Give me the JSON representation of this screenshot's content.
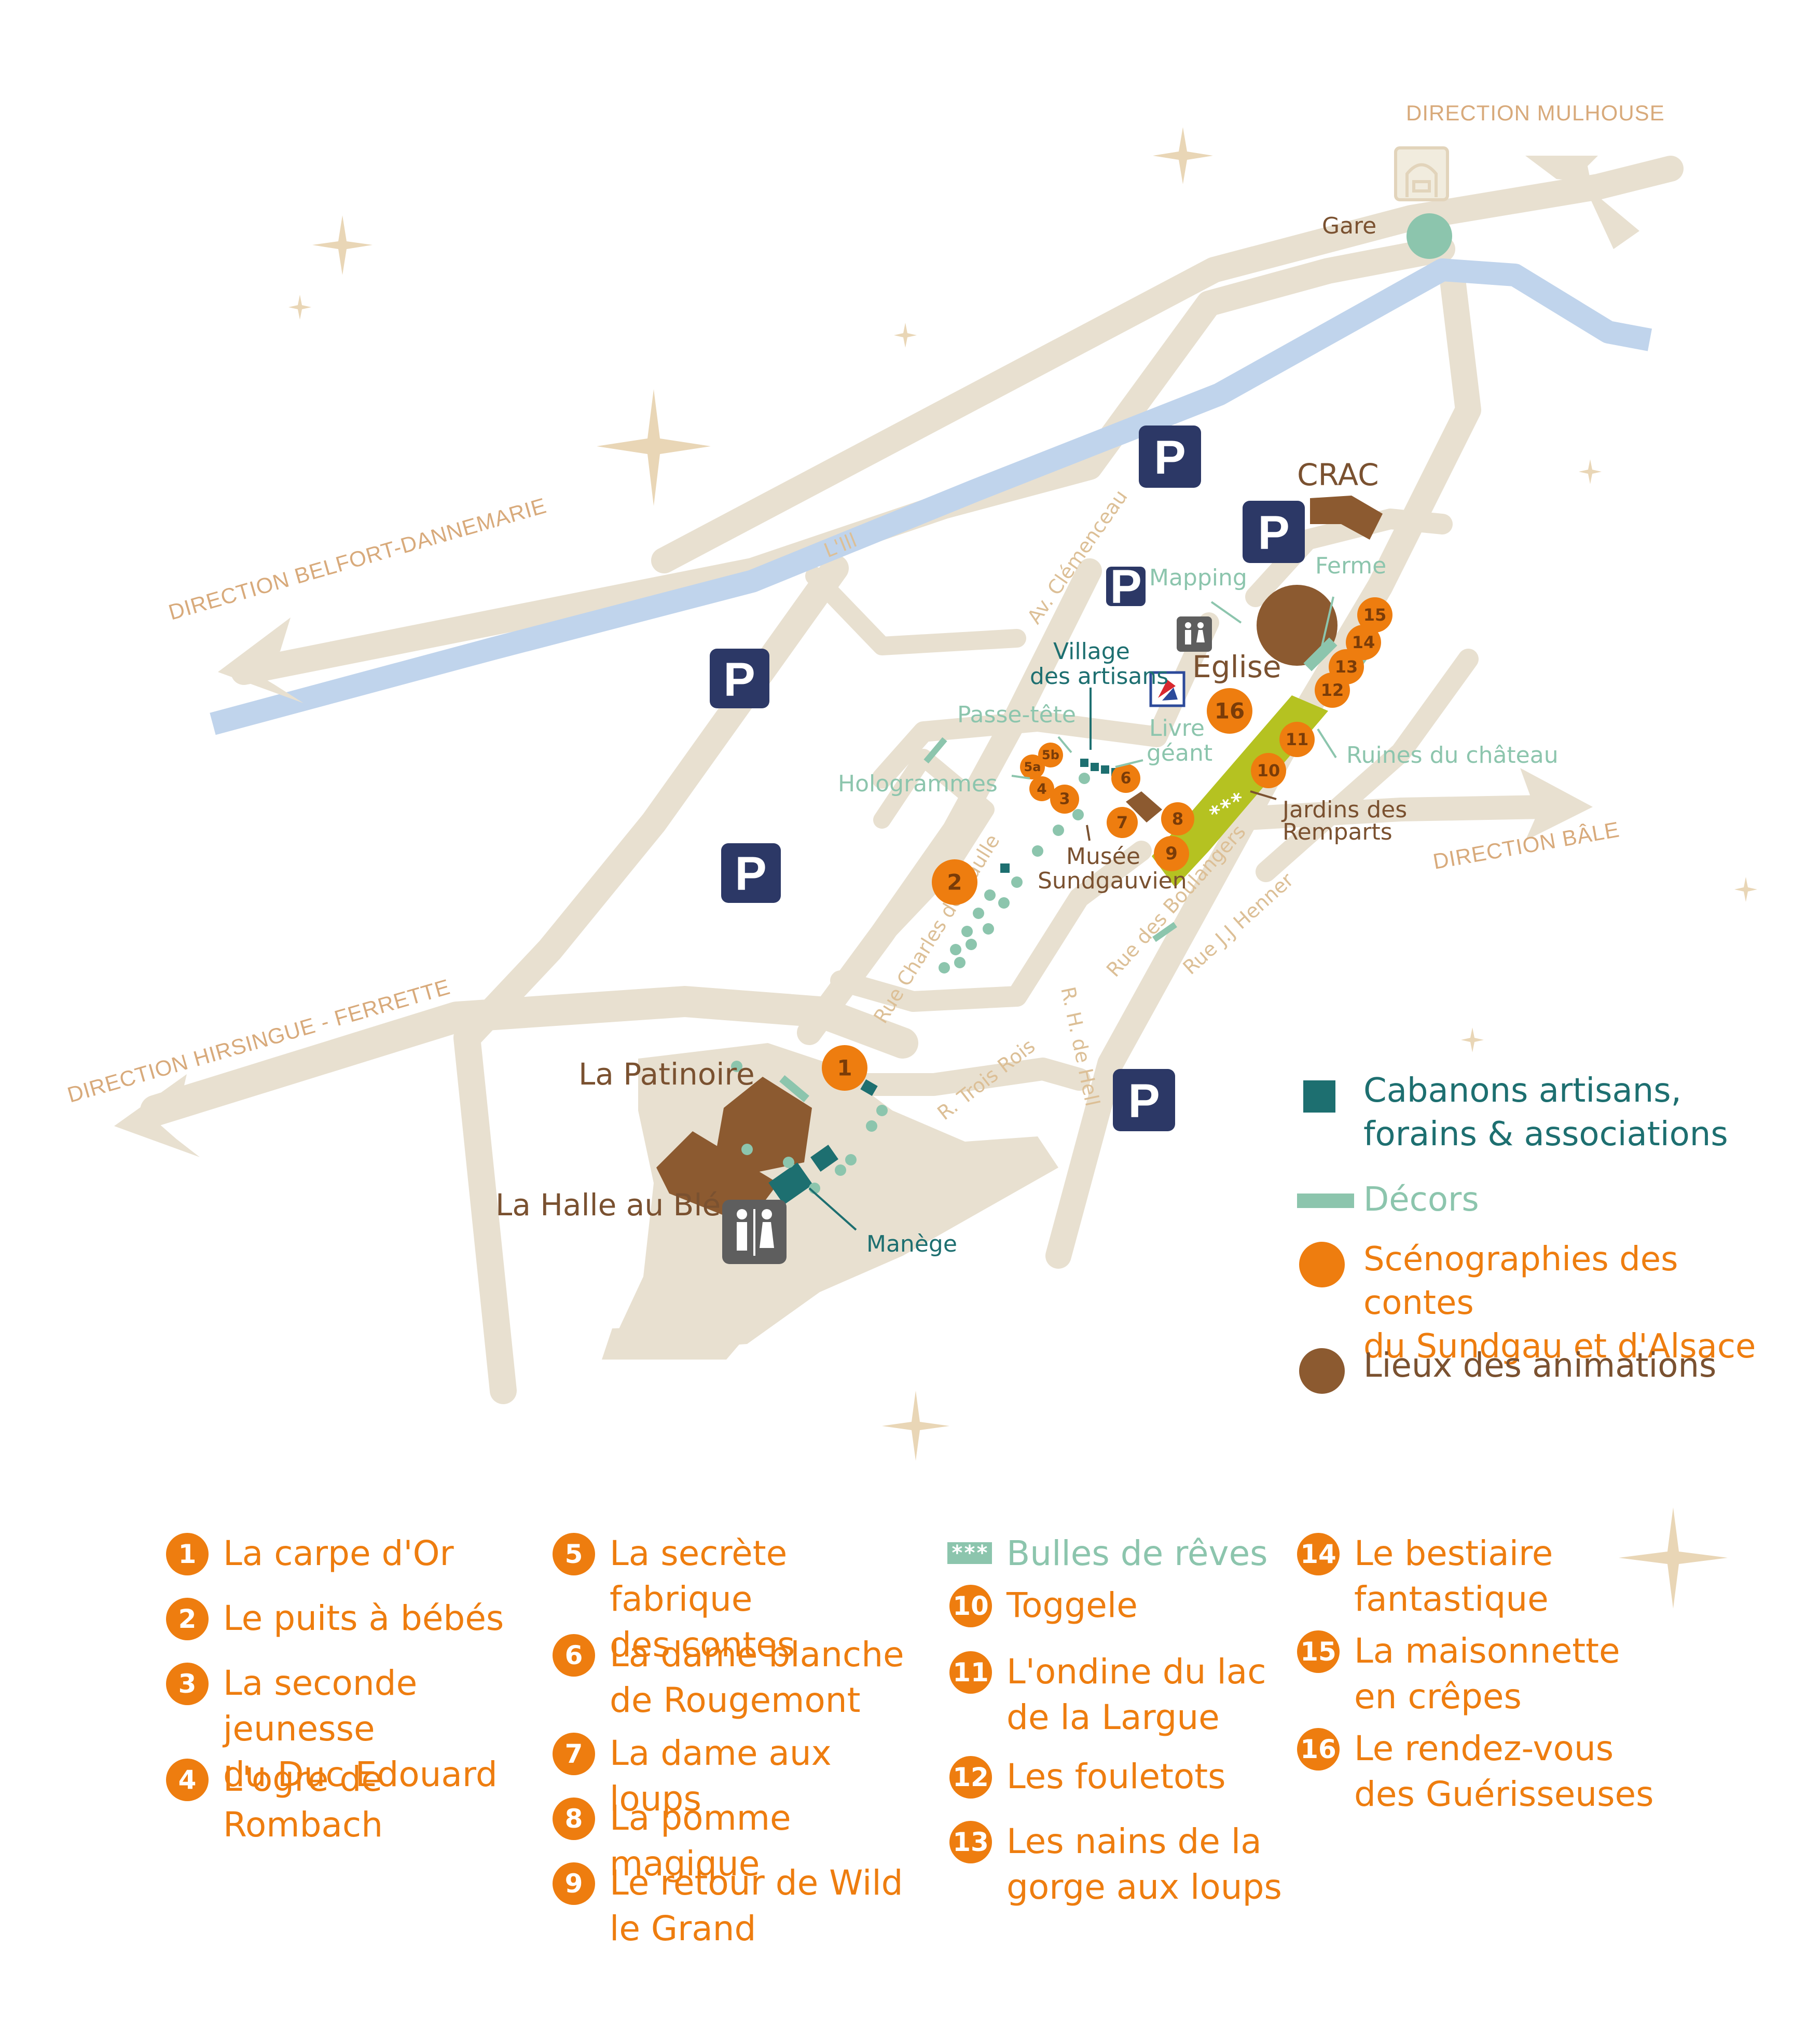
{
  "colors": {
    "road": "#e8e0d0",
    "river": "#c0d4ec",
    "parking": "#2c3866",
    "scenography": "#ee7d0f",
    "animation": "#8c5a30",
    "cabanon": "#1d6f70",
    "decor": "#8cc5ad",
    "garden": "#b5c221"
  },
  "directions": {
    "mulhouse": "DIRECTION MULHOUSE",
    "belfort": "DIRECTION BELFORT-DANNEMARIE",
    "hirsingue": "DIRECTION HIRSINGUE - FERRETTE",
    "bale": "DIRECTION BÂLE"
  },
  "streets": {
    "clemenceau": "Av. Clémenceau",
    "charles_de_gaulle": "Rue Charles de Gaulle",
    "h_de_hell": "R. H. de Hell",
    "trois_rois": "R. Trois Rois",
    "boulangers": "Rue des Boulangers",
    "jj_henner": "Rue J.J Henner",
    "ill": "L'Ill"
  },
  "places": {
    "gare": "Gare",
    "crac": "CRAC",
    "mapping": "Mapping",
    "ferme": "Ferme",
    "eglise": "Eglise",
    "village_1": "Village",
    "village_2": "des artisans",
    "passe_tete": "Passe-tête",
    "livre_1": "Livre",
    "livre_2": "géant",
    "ruines": "Ruines du château",
    "hologrammes": "Hologrammes",
    "jardins_1": "Jardins des",
    "jardins_2": "Remparts",
    "musee_1": "Musée",
    "musee_2": "Sundgauvien",
    "patinoire": "La Patinoire",
    "halle": "La Halle au Blé",
    "manege": "Manège"
  },
  "parking_label": "P",
  "bubble_marker": "***",
  "map_markers": [
    "1",
    "2",
    "3",
    "4",
    "5a",
    "5b",
    "6",
    "7",
    "8",
    "9",
    "10",
    "11",
    "12",
    "13",
    "14",
    "15",
    "16"
  ],
  "legend": {
    "cabanons": "Cabanons artisans,\nforains & associations",
    "decors": "Décors",
    "scenographies": "Scénographies des contes\ndu Sundgau et d'Alsace",
    "lieux": "Lieux des animations"
  },
  "stories": [
    {
      "num": "1",
      "text": "La carpe d'Or"
    },
    {
      "num": "2",
      "text": "Le puits à bébés"
    },
    {
      "num": "3",
      "text": "La seconde jeunesse\ndu Duc Edouard"
    },
    {
      "num": "4",
      "text": "L'ogre de Rombach"
    },
    {
      "num": "5",
      "text": "La secrète fabrique\ndes contes"
    },
    {
      "num": "6",
      "text": "La dame blanche\nde Rougemont"
    },
    {
      "num": "7",
      "text": "La dame aux loups"
    },
    {
      "num": "8",
      "text": "La pomme magique"
    },
    {
      "num": "9",
      "text": "Le retour de Wild\nle Grand"
    },
    {
      "num": "***",
      "text": "Bulles de rêves"
    },
    {
      "num": "10",
      "text": "Toggele"
    },
    {
      "num": "11",
      "text": "L'ondine du lac\nde la Largue"
    },
    {
      "num": "12",
      "text": "Les fouletots"
    },
    {
      "num": "13",
      "text": "Les nains de la\ngorge aux loups"
    },
    {
      "num": "14",
      "text": "Le bestiaire\nfantastique"
    },
    {
      "num": "15",
      "text": "La maisonnette\nen crêpes"
    },
    {
      "num": "16",
      "text": "Le rendez-vous\ndes Guérisseuses"
    }
  ]
}
